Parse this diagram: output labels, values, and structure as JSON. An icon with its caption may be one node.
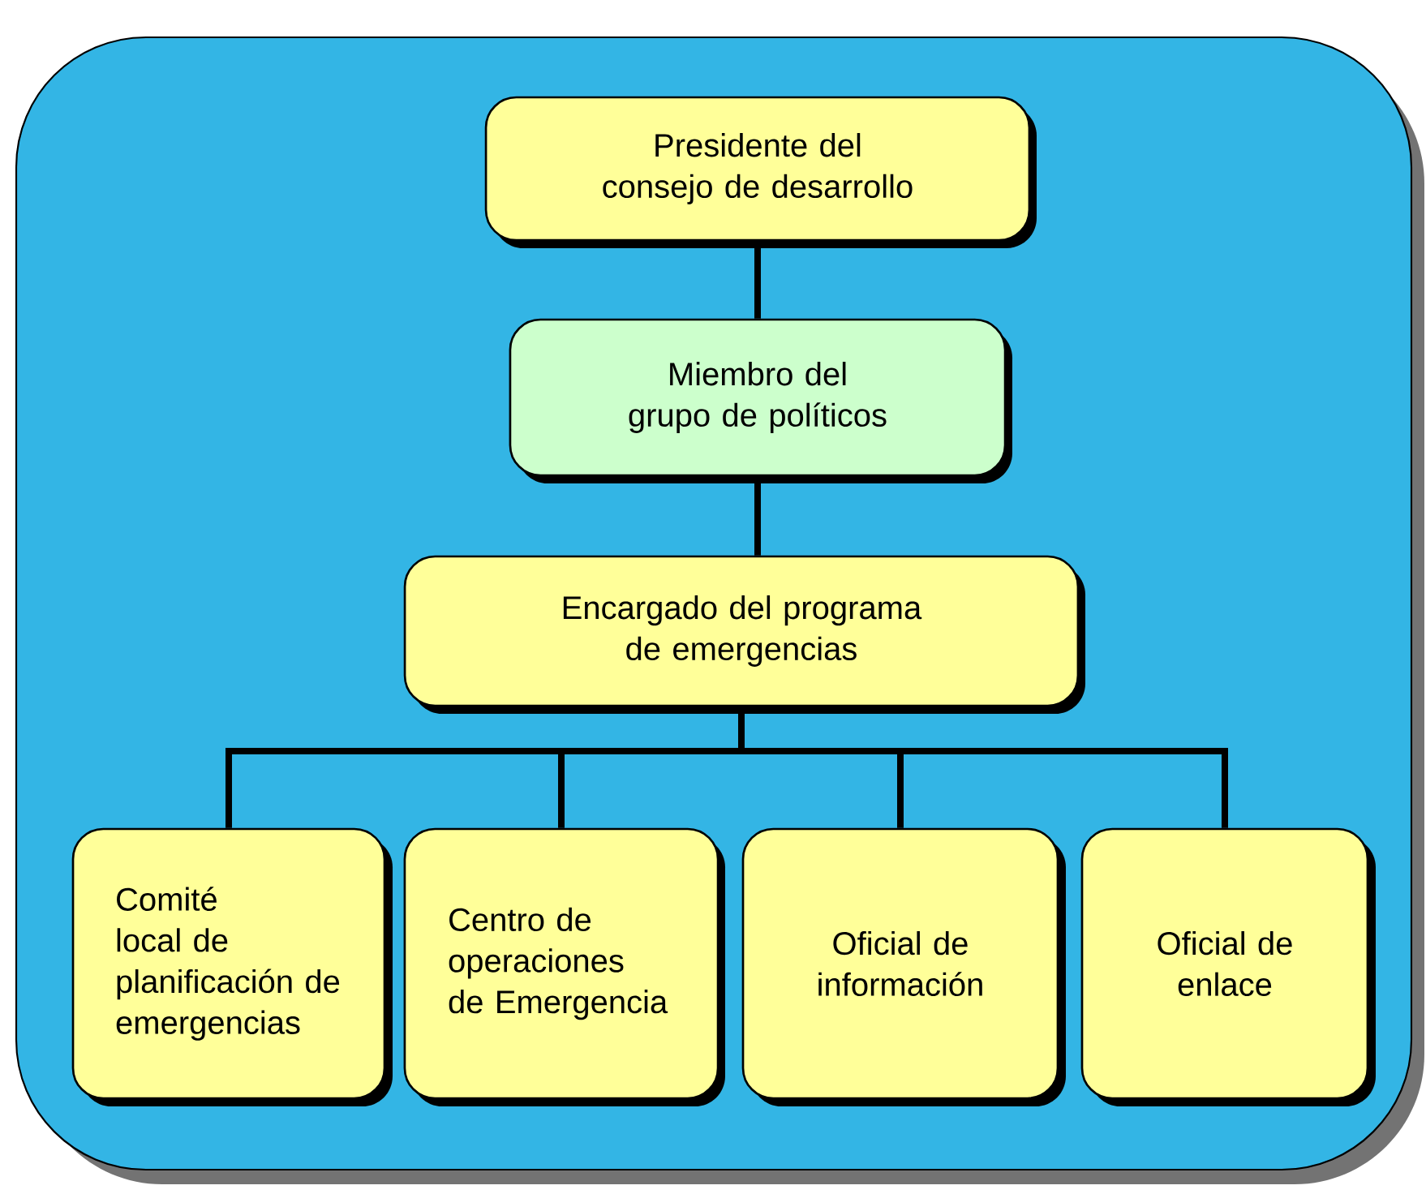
{
  "diagram": {
    "nodes": [
      {
        "text": [
          "Presidente del consejo de desarrollo"
        ]
      },
      {
        "text": [
          "Miembro del grupo de políticos"
        ]
      },
      {
        "text": [
          "Encargado del programa de emergencias"
        ]
      },
      {
        "text": [
          "Comité local de planificación de emergencias"
        ]
      },
      {
        "text": [
          "Centro de operaciones de Emergencia"
        ]
      },
      {
        "text": [
          "Oficial de información"
        ]
      },
      {
        "text": [
          "Oficial de enlace"
        ]
      }
    ],
    "edges": [
      {
        "from": 0,
        "to": 1,
        "arrow": "none"
      },
      {
        "from": 1,
        "to": 2,
        "arrow": "none"
      },
      {
        "from": 2,
        "to": 3,
        "arrow": "none"
      },
      {
        "from": 2,
        "to": 4,
        "arrow": "none"
      },
      {
        "from": 2,
        "to": 5,
        "arrow": "none"
      },
      {
        "from": 2,
        "to": 6,
        "arrow": "none"
      }
    ]
  }
}
